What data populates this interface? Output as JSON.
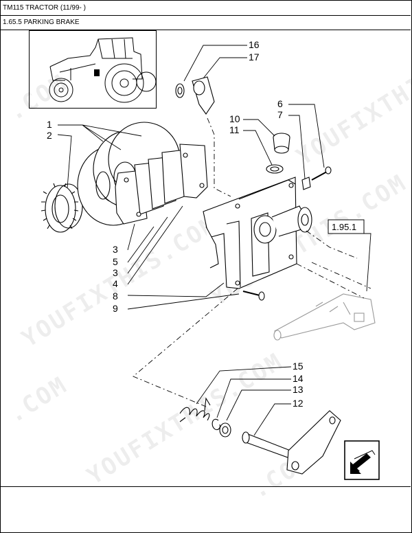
{
  "header": {
    "model_title": "TM115 TRACTOR (11/99- )",
    "section_title": "1.65.5 PARKING BRAKE"
  },
  "callouts": {
    "c1": "1",
    "c2": "2",
    "c3a": "3",
    "c5": "5",
    "c3b": "3",
    "c4": "4",
    "c8": "8",
    "c9": "9",
    "c16": "16",
    "c17": "17",
    "c10": "10",
    "c11": "11",
    "c6": "6",
    "c7": "7",
    "c15": "15",
    "c14": "14",
    "c13": "13",
    "c12": "12"
  },
  "reference": {
    "label": "1.95.1"
  },
  "watermark": {
    "text_a": "YOUFIXTHIS.COM",
    "text_b": ".COM"
  },
  "icons": {
    "nav": "next-page-arrow-icon",
    "tractor": "tractor-thumbnail-icon"
  }
}
